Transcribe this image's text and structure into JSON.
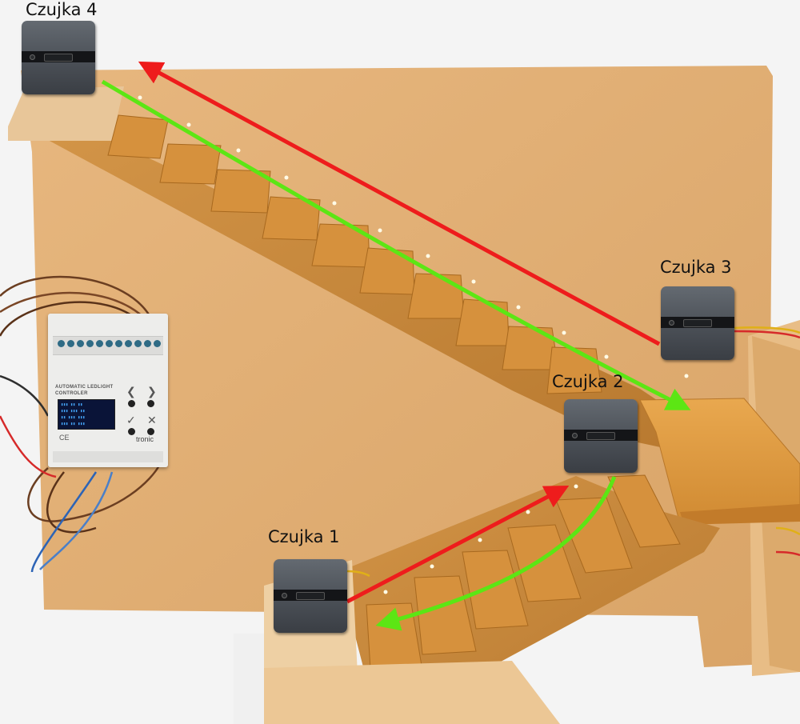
{
  "sensors": [
    {
      "name": "Czujka 4"
    },
    {
      "name": "Czujka 3"
    },
    {
      "name": "Czujka 2"
    },
    {
      "name": "Czujka 1"
    }
  ],
  "controller": {
    "title_line1": "AUTOMATIC LEDLIGHT",
    "title_line2": "CONTROLER",
    "brand": "tronic",
    "ce_mark": "CE"
  },
  "arrows": {
    "red_color": "#ee1c1c",
    "green_color": "#5ce614"
  },
  "colors": {
    "board": "#e0ad72",
    "stairs": "#c98c3d",
    "sensor": "#50555c"
  }
}
